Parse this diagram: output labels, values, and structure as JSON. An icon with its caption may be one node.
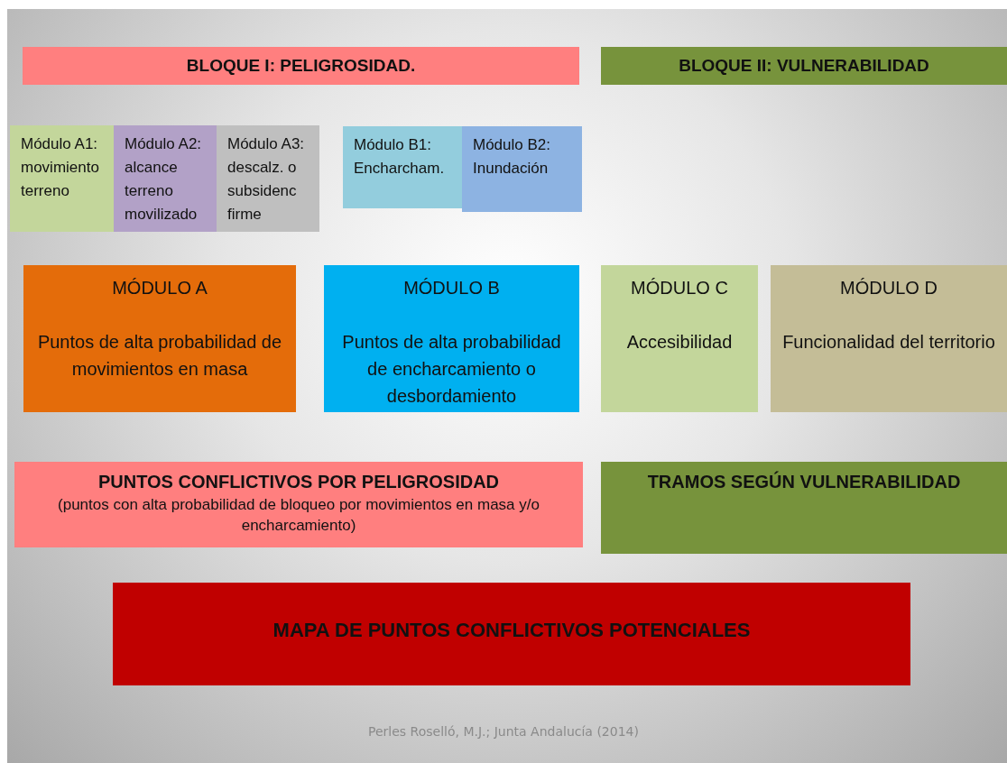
{
  "diagram": {
    "caption": "Perles Roselló, M.J.; Junta Andalucía (2014)",
    "nodes": [
      {
        "text": [
          "BLOQUE I: PELIGROSIDAD."
        ]
      },
      {
        "text": [
          "BLOQUE II: VULNERABILIDAD"
        ]
      },
      {
        "text": [
          "Módulo A1: movimiento terreno"
        ]
      },
      {
        "text": [
          "Módulo A2: alcance terreno movilizado"
        ]
      },
      {
        "text": [
          "Módulo A3: descalz. o subsidenc firme"
        ]
      },
      {
        "text": [
          "Módulo B1: Encharcham."
        ]
      },
      {
        "text": [
          "Módulo B2: Inundación"
        ]
      },
      {
        "text": [
          "MÓDULO A",
          "Puntos de alta probabilidad de movimientos en masa"
        ]
      },
      {
        "text": [
          "MÓDULO B",
          "Puntos de alta probabilidad de encharcamiento o desbordamiento"
        ]
      },
      {
        "text": [
          "MÓDULO C",
          "Accesibilidad"
        ]
      },
      {
        "text": [
          "MÓDULO D",
          "Funcionalidad del territorio"
        ]
      },
      {
        "text": [
          "PUNTOS CONFLICTIVOS POR PELIGROSIDAD",
          "(puntos con alta probabilidad de bloqueo por movimientos en masa y/o encharcamiento)"
        ]
      },
      {
        "text": [
          "TRAMOS SEGÚN VULNERABILIDAD"
        ]
      },
      {
        "text": [
          "MAPA DE PUNTOS CONFLICTIVOS POTENCIALES"
        ]
      }
    ]
  }
}
